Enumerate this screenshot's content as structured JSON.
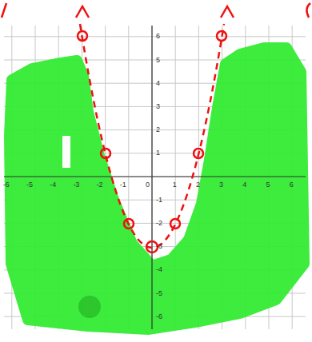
{
  "diagram": {
    "labels": [
      "-6",
      "-5",
      "-4",
      "-3",
      "-2",
      "-1",
      "0",
      "1",
      "2",
      "3",
      "4",
      "5",
      "6",
      "6",
      "5",
      "4",
      "3",
      "2",
      "1",
      "-1",
      "-2",
      "-3",
      "-4",
      "-5",
      "-6"
    ]
  }
}
